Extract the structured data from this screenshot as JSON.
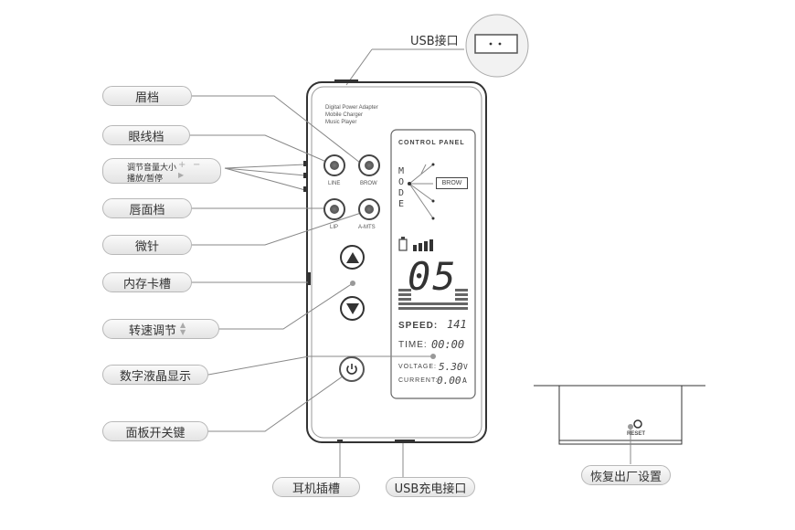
{
  "labels": {
    "usb_port": "USB接口",
    "eyebrow": "眉档",
    "eyeliner": "眼线档",
    "volume": "调节音量大小",
    "play_pause": "播放/暂停",
    "plus": "+",
    "minus": "−",
    "play_symbol": "▶",
    "lip": "唇面档",
    "microneedle": "微针",
    "memory_card": "内存卡槽",
    "speed_adjust": "转速调节",
    "lcd_display": "数字液晶显示",
    "power_key": "面板开关键",
    "earphone": "耳机插槽",
    "usb_charge": "USB充电接口",
    "factory_reset": "恢复出厂设置"
  },
  "device": {
    "header": [
      "Digital Power Adapter",
      "Mobile Charger",
      "Music Player"
    ],
    "buttons": {
      "line": "LINE",
      "brow": "BROW",
      "lip": "LIP",
      "amts": "A-MTS"
    },
    "panel": {
      "title": "CONTROL PANEL",
      "mode_letters": [
        "M",
        "O",
        "D",
        "E"
      ],
      "mode_selected": "BROW",
      "digits": "05",
      "speed_label": "SPEED:",
      "speed_value": "141",
      "time_label": "TIME:",
      "time_value": "00:00",
      "voltage_label": "VOLTAGE:",
      "voltage_value": "5.30",
      "voltage_unit": "V",
      "current_label": "CURRENT:",
      "current_value": "0.00",
      "current_unit": "A"
    }
  },
  "reset_label": "RESET"
}
